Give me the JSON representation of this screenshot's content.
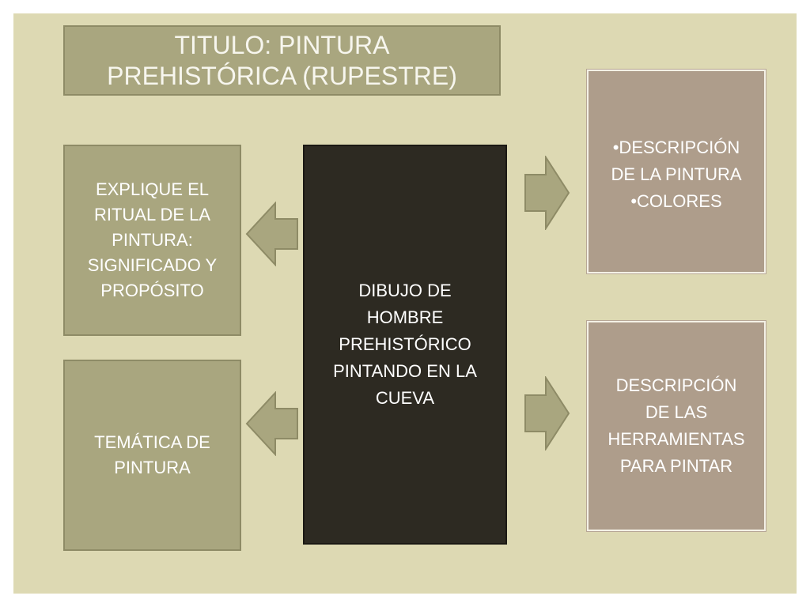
{
  "title": {
    "line1": "TITULO: PINTURA",
    "line2": "PREHISTÓRICA (RUPESTRE)"
  },
  "boxes": {
    "ritual": [
      "EXPLIQUE EL",
      "RITUAL DE LA",
      "PINTURA:",
      "SIGNIFICADO Y",
      "PROPÓSITO"
    ],
    "tematica": [
      "TEMÁTICA DE",
      "PINTURA"
    ],
    "center": [
      "DIBUJO DE",
      "HOMBRE",
      "PREHISTÓRICO",
      "PINTANDO EN LA",
      "CUEVA"
    ],
    "descripcion_pintura": [
      "•DESCRIPCIÓN",
      "DE LA PINTURA",
      "•COLORES"
    ],
    "herramientas": [
      "DESCRIPCIÓN",
      "DE LAS",
      "HERRAMIENTAS",
      "PARA PINTAR"
    ]
  },
  "colors": {
    "background": "#ddd9b3",
    "olive": "#a9a67f",
    "dark": "#2d2a22",
    "taupe": "#ae9d8b",
    "arrow_fill": "#a9a67f",
    "arrow_stroke": "#8e8b66"
  },
  "icons": [
    "arrow-left-icon",
    "arrow-left-icon",
    "arrow-right-icon",
    "arrow-right-icon"
  ]
}
